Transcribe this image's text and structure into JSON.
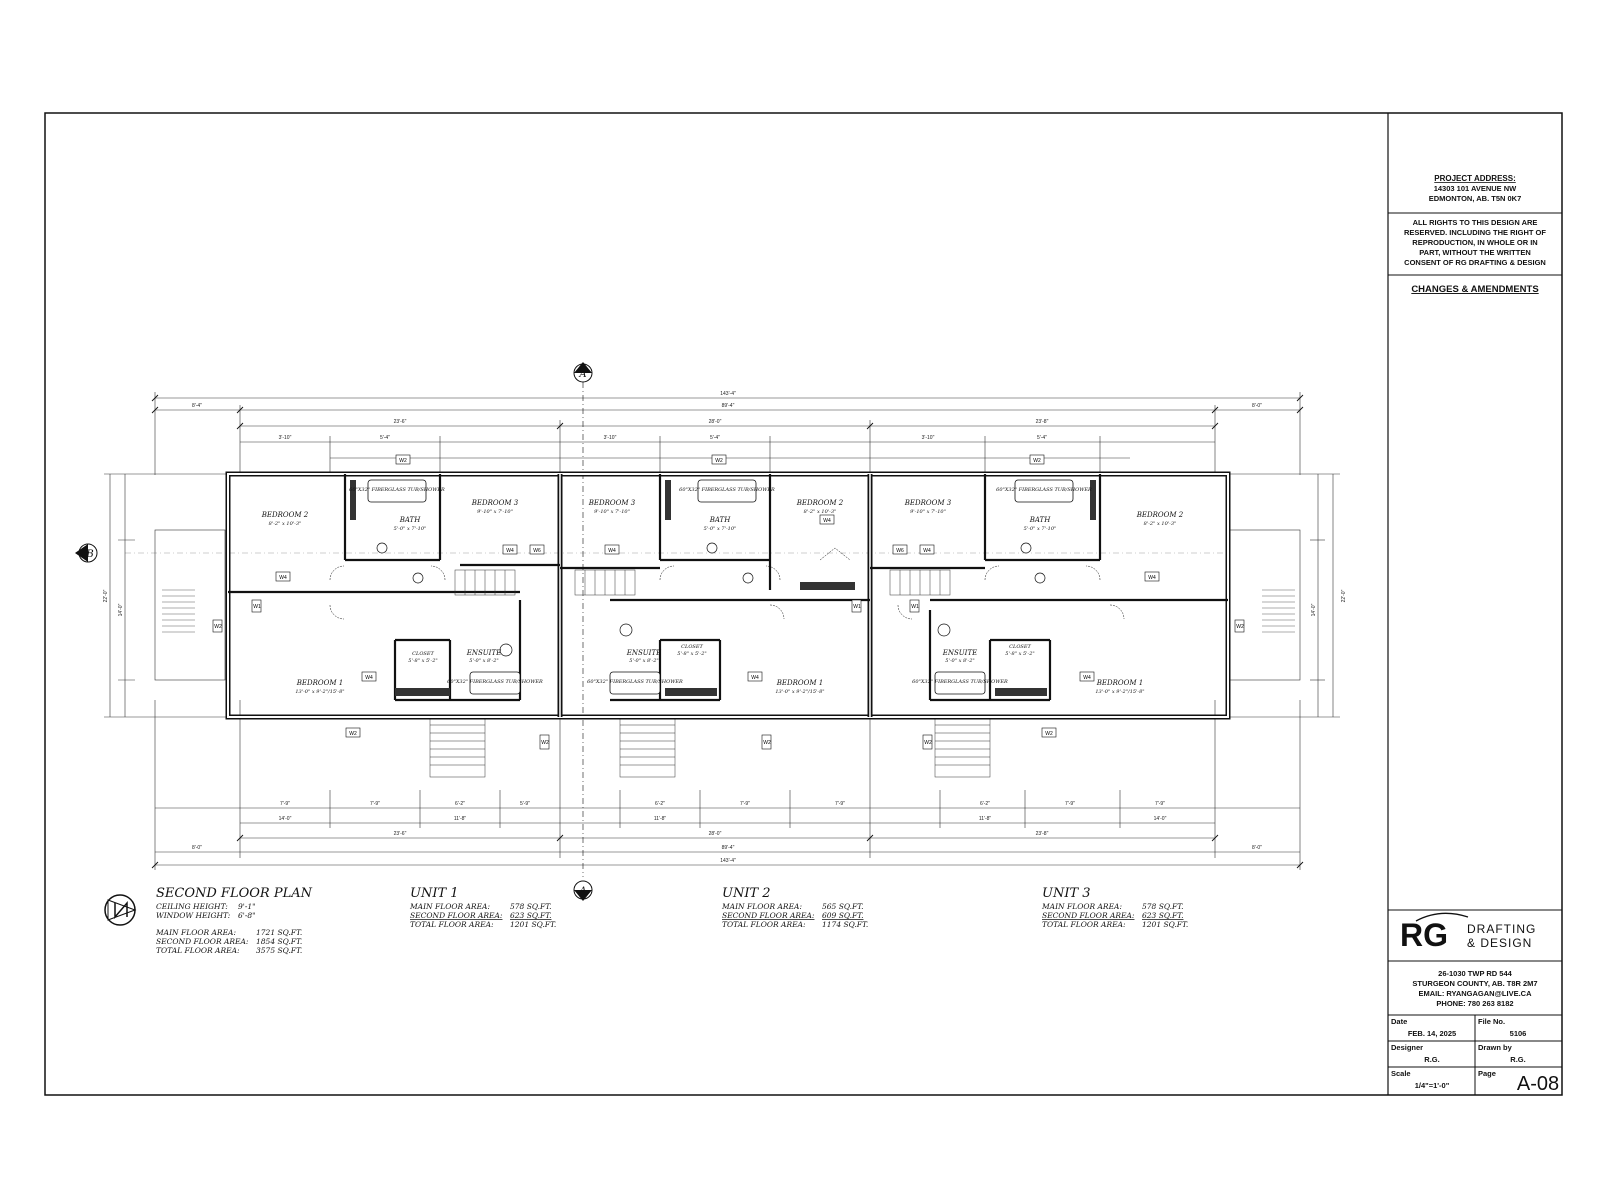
{
  "title_block": {
    "project_address_label": "PROJECT ADDRESS:",
    "address_line1": "14303 101 AVENUE NW",
    "address_line2": "EDMONTON, AB. T5N 0K7",
    "rights_lines": [
      "ALL RIGHTS TO THIS DESIGN ARE",
      "RESERVED. INCLUDING THE RIGHT OF",
      "REPRODUCTION, IN WHOLE OR IN",
      "PART, WITHOUT THE WRITTEN",
      "CONSENT OF RG DRAFTING & DESIGN"
    ],
    "changes_label": "CHANGES & AMENDMENTS",
    "logo_rg": "RG",
    "logo_line1": "DRAFTING",
    "logo_line2": "& DESIGN",
    "company_lines": [
      "26-1030 TWP RD 544",
      "STURGEON COUNTY, AB. T8R 2M7",
      "EMAIL: RYANGAGAN@LIVE.CA",
      "PHONE: 780 263 8182"
    ],
    "date_label": "Date",
    "date_value": "FEB. 14, 2025",
    "file_label": "File No.",
    "file_value": "5106",
    "designer_label": "Designer",
    "designer_value": "R.G.",
    "drawn_label": "Drawn by",
    "drawn_value": "R.G.",
    "scale_label": "Scale",
    "scale_value": "1/4\"=1'-0\"",
    "page_label": "Page",
    "page_value": "A-08"
  },
  "plan": {
    "title": "SECOND FLOOR PLAN",
    "ceiling_label": "CEILING HEIGHT:",
    "ceiling_value": "9'-1\"",
    "window_label": "WINDOW HEIGHT:",
    "window_value": "6'-8\"",
    "main_label": "MAIN FLOOR AREA:",
    "main_value": "1721 SQ.FT.",
    "second_label": "SECOND FLOOR AREA:",
    "second_value": "1854 SQ.FT.",
    "total_label": "TOTAL FLOOR AREA:",
    "total_value": "3575 SQ.FT.",
    "section_a": "A",
    "section_b": "B",
    "overall_top": "143'-4\"",
    "overall_bottom": "143'-4\""
  },
  "units": [
    {
      "name": "UNIT 1",
      "main_label": "MAIN FLOOR AREA:",
      "main_value": "578 SQ.FT.",
      "second_label": "SECOND FLOOR AREA:",
      "second_value": "623 SQ.FT.",
      "total_label": "TOTAL FLOOR AREA:",
      "total_value": "1201 SQ.FT."
    },
    {
      "name": "UNIT 2",
      "main_label": "MAIN FLOOR AREA:",
      "main_value": "565 SQ.FT.",
      "second_label": "SECOND FLOOR AREA:",
      "second_value": "609 SQ.FT.",
      "total_label": "TOTAL FLOOR AREA:",
      "total_value": "1174 SQ.FT."
    },
    {
      "name": "UNIT 3",
      "main_label": "MAIN FLOOR AREA:",
      "main_value": "578 SQ.FT.",
      "second_label": "SECOND FLOOR AREA:",
      "second_value": "623 SQ.FT.",
      "total_label": "TOTAL FLOOR AREA:",
      "total_value": "1201 SQ.FT."
    }
  ],
  "rooms": {
    "bedroom1": "BEDROOM 1",
    "bedroom2": "BEDROOM 2",
    "bedroom3": "BEDROOM 3",
    "bath": "BATH",
    "ensuite": "ENSUITE",
    "closet": "CLOSET",
    "tub": "60\"X32\" FIBERGLASS TUB/SHOWER",
    "bed1_size": "13'-0\" x 9'-2\"/15'-8\"",
    "bed2_size": "8'-2\" x 10'-3\"",
    "bed3_size": "9'-10\" x 7'-10\"",
    "bath_size": "5'-0\" x 7'-10\"",
    "ens_size": "5'-0\" x 8'-2\"",
    "closet_size": "5'-8\" x 5'-2\""
  },
  "tags": {
    "w1": "W1",
    "w2": "W2",
    "w4": "W4",
    "w6": "W6"
  },
  "dims": {
    "seg_8_4": "8'-4\"",
    "seg_89_4": "89'-4\"",
    "seg_8_0": "8'-0\"",
    "seg_23_6": "23'-6\"",
    "seg_28_0": "28'-0\"",
    "seg_23_8": "23'-8\"",
    "d_14_0": "14'-0\"",
    "d_11_8": "11'-8\"",
    "d_7_9": "7'-9\"",
    "d_6_2": "6'-2\"",
    "d_5_9": "5'-9\"",
    "d_3_10": "3'-10\"",
    "d_5_4": "5'-4\"",
    "d_22_0": "22'-0\"",
    "d_14_0v": "14'-0\""
  }
}
